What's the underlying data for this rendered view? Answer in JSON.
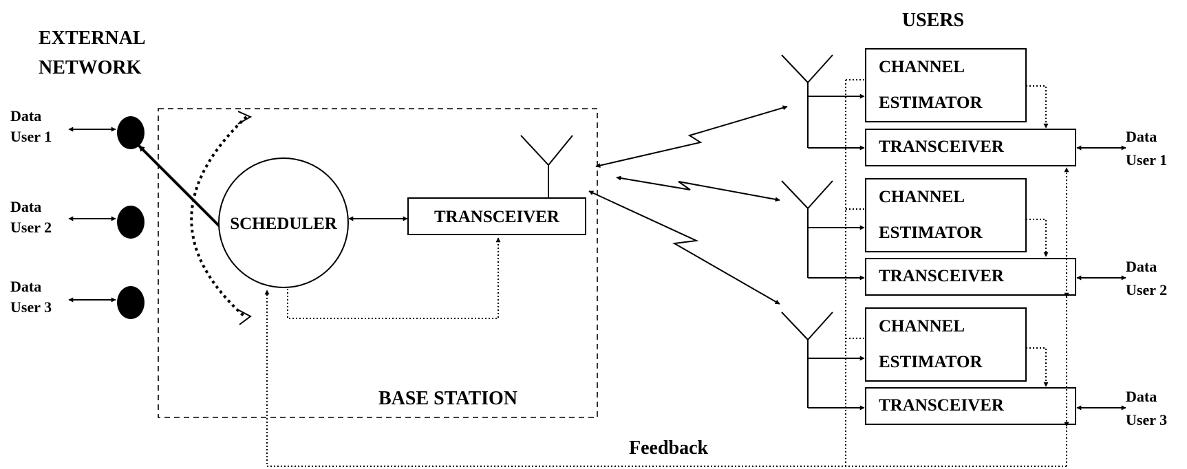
{
  "external_network": {
    "line1": "EXTERNAL",
    "line2": "NETWORK"
  },
  "left_users": [
    {
      "line1": "Data",
      "line2": "User 1"
    },
    {
      "line1": "Data",
      "line2": "User 2"
    },
    {
      "line1": "Data",
      "line2": "User 3"
    }
  ],
  "base_station": {
    "label": "BASE STATION",
    "scheduler": "SCHEDULER",
    "transceiver": "TRANSCEIVER"
  },
  "users_header": "USERS",
  "user_units": [
    {
      "estimator_line1": "CHANNEL",
      "estimator_line2": "ESTIMATOR",
      "transceiver": "TRANSCEIVER",
      "data_line1": "Data",
      "data_line2": "User 1"
    },
    {
      "estimator_line1": "CHANNEL",
      "estimator_line2": "ESTIMATOR",
      "transceiver": "TRANSCEIVER",
      "data_line1": "Data",
      "data_line2": "User 2"
    },
    {
      "estimator_line1": "CHANNEL",
      "estimator_line2": "ESTIMATOR",
      "transceiver": "TRANSCEIVER",
      "data_line1": "Data",
      "data_line2": "User 3"
    }
  ],
  "feedback_label": "Feedback"
}
